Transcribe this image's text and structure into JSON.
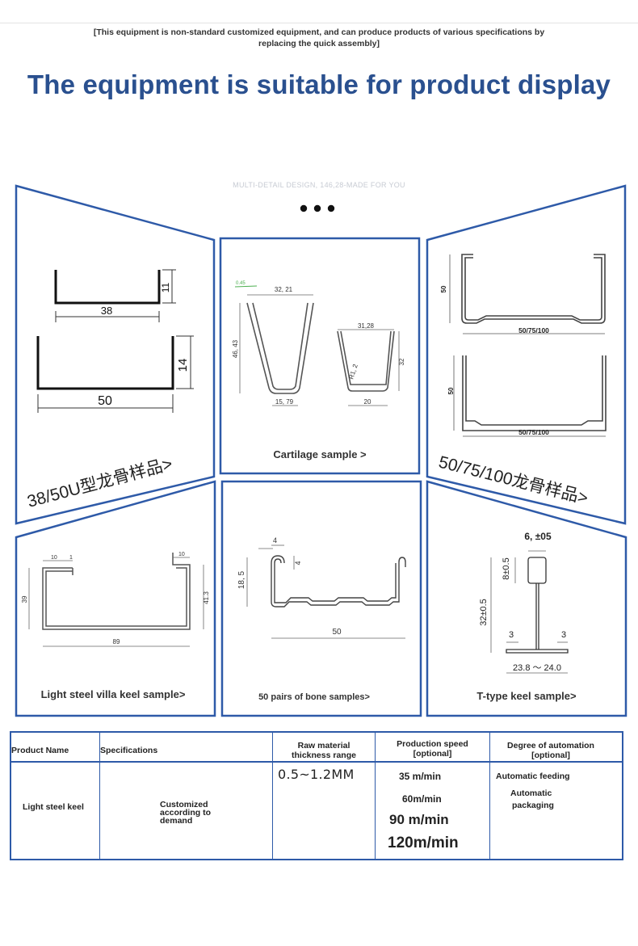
{
  "header": {
    "notice_line1": "[This equipment is non-standard customized equipment, and can produce products of various specifications by",
    "notice_line2": "replacing the quick assembly]",
    "headline": "The equipment is suitable for product display",
    "faint_caption": "MULTI-DETAIL DESIGN, 146,28-MADE FOR YOU"
  },
  "panels": {
    "u_keel": {
      "caption": "38/50U型龙骨样品>",
      "dims": {
        "w1": "38",
        "h1": "11",
        "w2": "50",
        "h2": "14"
      }
    },
    "cartilage": {
      "caption": "Cartilage sample >",
      "dims": {
        "top1": "32, 21",
        "side1": "46, 43",
        "bottom1": "15, 79",
        "top2": "31,28",
        "side2": "32",
        "bottom2": "20",
        "radius": "R1, 2",
        "corner": "0.45"
      }
    },
    "c_keel": {
      "caption": "50/75/100龙骨样品>",
      "dims": {
        "h1": "50",
        "w1": "50/75/100",
        "h2": "50",
        "w2": "50/75/100"
      }
    },
    "villa": {
      "caption": "Light steel villa keel sample>",
      "dims": {
        "lip_l": "10",
        "lip_l2": "1",
        "lip_r": "10",
        "h_l": "39",
        "h_r": "41.3",
        "w": "89"
      }
    },
    "bone": {
      "caption": "50 pairs of bone samples>",
      "dims": {
        "lip_w": "4",
        "lip_h": "4",
        "h": "18, 5",
        "w": "50"
      }
    },
    "t_keel": {
      "caption": "T-type keel sample>",
      "dims": {
        "bulb_w": "6, ±05",
        "bulb_h": "8±0.5",
        "h": "32±0.5",
        "flange_l": "3",
        "flange_r": "3",
        "w": "23.8 ～ 24.0"
      }
    }
  },
  "table": {
    "headers": {
      "product_name": "Product Name",
      "specifications": "Specifications",
      "raw_line1": "Raw material",
      "raw_line2": "thickness range",
      "speed_line1": "Production speed",
      "speed_line2": "[optional]",
      "auto_line1": "Degree of automation",
      "auto_line2": "[optional]"
    },
    "row": {
      "product_name": "Light steel keel",
      "spec_line1": "Customized",
      "spec_line2": "according to",
      "spec_line3": "demand",
      "thickness": "0.5~1.2MM",
      "speeds": [
        "35 m/min",
        "60m/min",
        "90 m/min",
        "120m/min"
      ],
      "automation": [
        "Automatic feeding",
        "Automatic",
        "packaging"
      ]
    }
  },
  "colors": {
    "accent": "#2a508f",
    "frame": "#2e5aa8"
  }
}
